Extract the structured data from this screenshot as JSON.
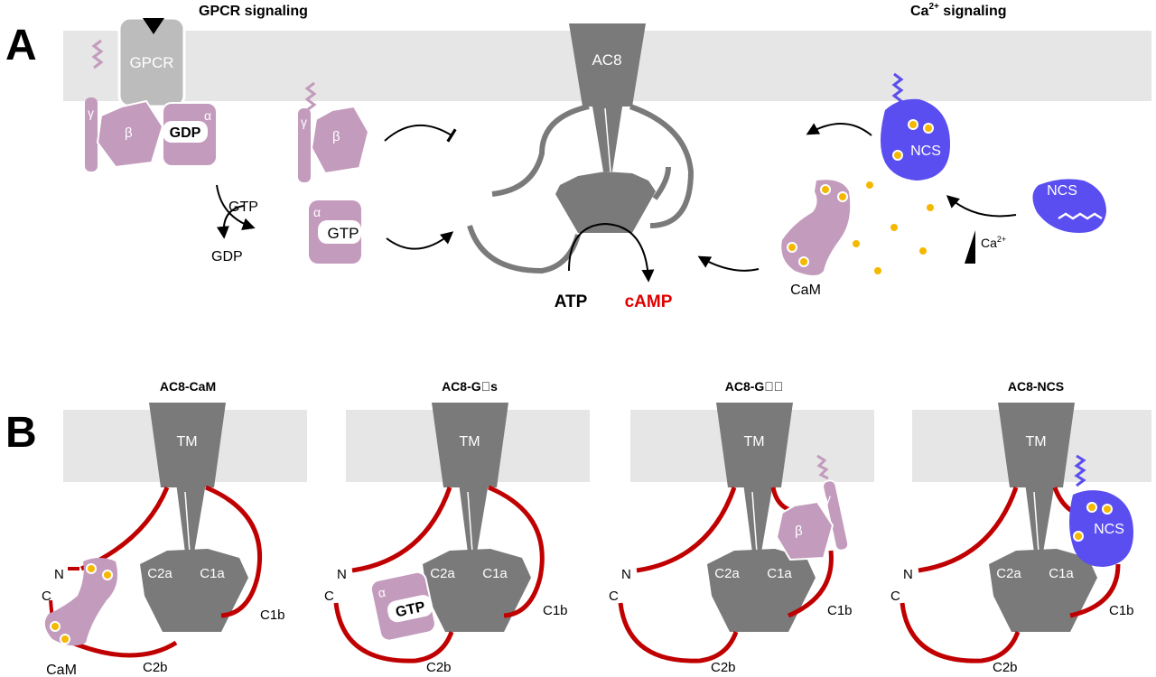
{
  "panel_a": {
    "letter": "A",
    "gpcr_title": "GPCR signaling",
    "ca_title_base": "Ca",
    "ca_title_sup": "2+",
    "ca_title_rest": " signaling",
    "gpcr_label": "GPCR",
    "gamma": "γ",
    "beta": "β",
    "alpha": "α",
    "gdp_on_alpha": "GDP",
    "gtp_in": "GTP",
    "gdp_out": "GDP",
    "gtp_on_alpha": "GTP",
    "ac8_label": "AC8",
    "atp": "ATP",
    "camp": "cAMP",
    "ncs_bound": "NCS",
    "ncs_free": "NCS",
    "cam": "CaM",
    "ca_increase_base": "Ca",
    "ca_increase_sup": "2+"
  },
  "panel_b": {
    "letter": "B",
    "complexes": [
      {
        "title": "AC8-CaM",
        "tm": "TM",
        "c2a": "C2a",
        "c1a": "C1a",
        "c1b": "C1b",
        "c2b": "C2b",
        "n": "N",
        "c": "C",
        "partner": "CaM"
      },
      {
        "title": "AC8-G\u0000s",
        "tm": "TM",
        "c2a": "C2a",
        "c1a": "C1a",
        "c1b": "C1b",
        "c2b": "C2b",
        "n": "N",
        "c": "C",
        "alpha": "α",
        "gtp": "GTP"
      },
      {
        "title": "AC8-G\u0000\u0000",
        "tm": "TM",
        "c2a": "C2a",
        "c1a": "C1a",
        "c1b": "C1b",
        "c2b": "C2b",
        "n": "N",
        "c": "C",
        "beta": "β",
        "gamma": "γ"
      },
      {
        "title": "AC8-NCS",
        "tm": "TM",
        "c2a": "C2a",
        "c1a": "C1a",
        "c1b": "C1b",
        "c2b": "C2b",
        "n": "N",
        "c": "C",
        "ncs": "NCS"
      }
    ]
  },
  "colors": {
    "membrane": "#e6e6e6",
    "ac8": "#7a7a7a",
    "g_protein": "#c39bbd",
    "ncs": "#5b4ef0",
    "linker": "#c00000",
    "calcium": "#f5b800",
    "camp_text": "#e00000"
  }
}
